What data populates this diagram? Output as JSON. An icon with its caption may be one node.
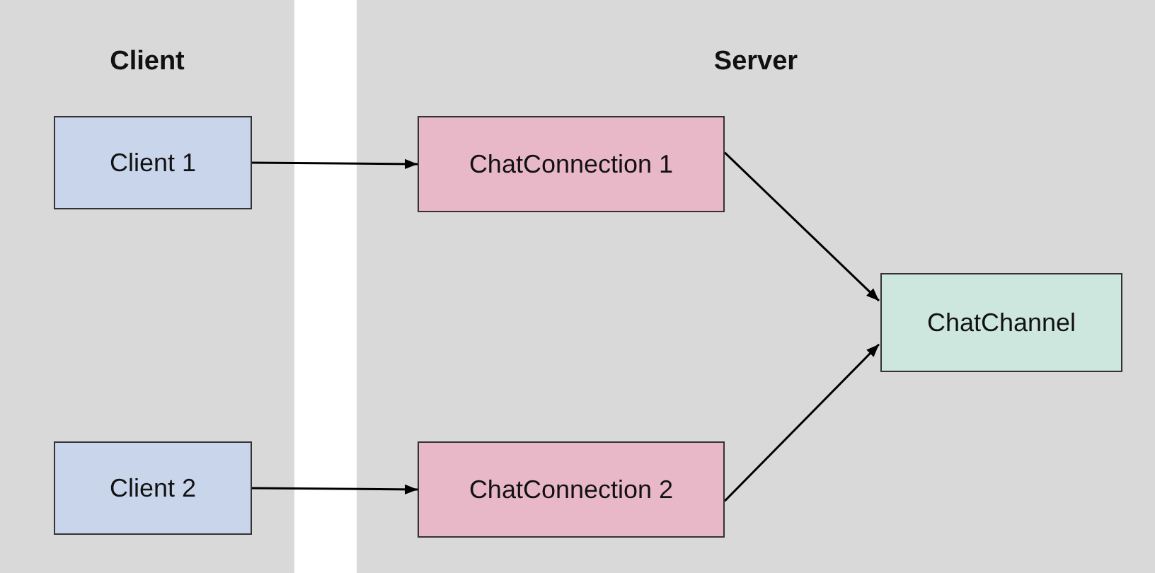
{
  "diagram": {
    "nodes": [
      {
        "text": [
          "Client"
        ]
      },
      {
        "text": [
          "Client 1"
        ],
        "in": 0
      },
      {
        "text": [
          "Client 2"
        ],
        "in": 0
      },
      {
        "text": [
          "Server"
        ]
      },
      {
        "text": [
          "ChatConnection 1"
        ],
        "in": 3
      },
      {
        "text": [
          "ChatConnection 2"
        ],
        "in": 3
      },
      {
        "text": [
          "ChatChannel"
        ],
        "in": 3
      }
    ],
    "edges": [
      {
        "from": 1,
        "to": 4,
        "arrow": "to"
      },
      {
        "from": 2,
        "to": 5,
        "arrow": "to"
      },
      {
        "from": 4,
        "to": 6,
        "arrow": "to"
      },
      {
        "from": 5,
        "to": 6,
        "arrow": "to"
      }
    ]
  }
}
